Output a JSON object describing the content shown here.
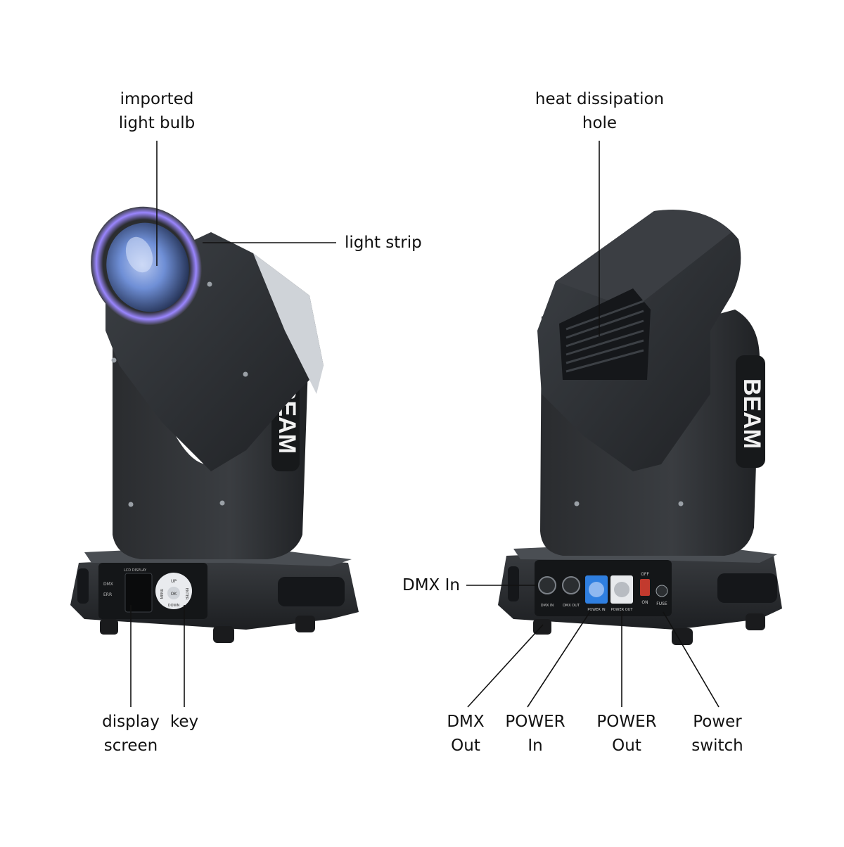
{
  "colors": {
    "body_dark": "#26282b",
    "body_mid": "#34373b",
    "body_light": "#4a4e53",
    "lens_blue": "#6f8fd6",
    "ring_glow": "#9a86ff",
    "connector_blue": "#2f7fe0",
    "label_text": "#111111",
    "leader_line": "#111111"
  },
  "product_text": {
    "left_arm_logo": "BEAM",
    "right_arm_logo": "BEAM",
    "lcd_display": "LCD DISPLAY",
    "dmx_indicator": "DMX",
    "err_indicator": "ERR",
    "key_up": "UP",
    "key_ok": "OK",
    "key_down": "DOWN",
    "key_menu": "MENU",
    "key_enter": "ENTER",
    "dmx_in": "DMX IN",
    "dmx_out": "DMX OUT",
    "power_in": "POWER IN",
    "power_out": "POWER OUT",
    "switch_off": "OFF",
    "switch_on": "ON",
    "fuse": "FUSE"
  },
  "callouts": {
    "imported_light_bulb": [
      "imported",
      "light bulb"
    ],
    "light_strip": "light strip",
    "display_screen": [
      "display",
      "screen"
    ],
    "key": "key",
    "heat_dissipation_hole": [
      "heat dissipation",
      "hole"
    ],
    "dmx_in": "DMX In",
    "dmx_out": [
      "DMX",
      "Out"
    ],
    "power_in": [
      "POWER",
      "In"
    ],
    "power_out": [
      "POWER",
      "Out"
    ],
    "power_switch": [
      "Power",
      "switch"
    ]
  }
}
